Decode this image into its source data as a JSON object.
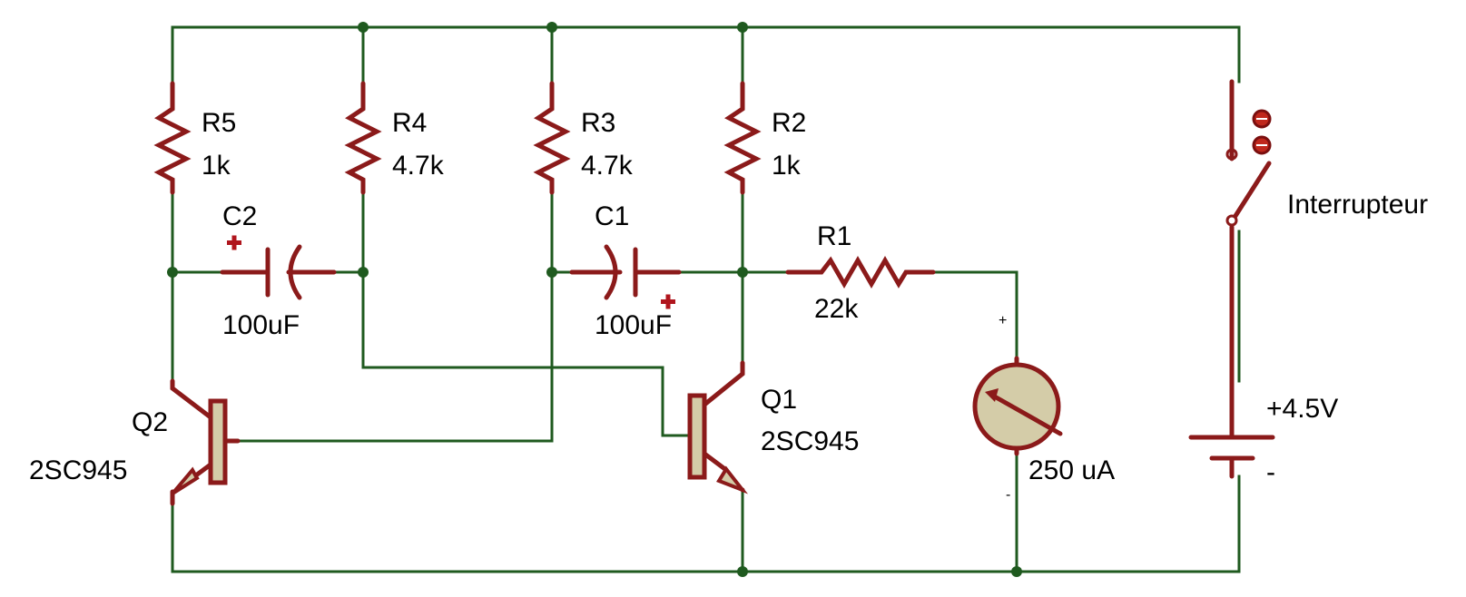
{
  "components": {
    "r5": {
      "ref": "R5",
      "value": "1k"
    },
    "r4": {
      "ref": "R4",
      "value": "4.7k"
    },
    "r3": {
      "ref": "R3",
      "value": "4.7k"
    },
    "r2": {
      "ref": "R2",
      "value": "1k"
    },
    "r1": {
      "ref": "R1",
      "value": "22k"
    },
    "c2": {
      "ref": "C2",
      "value": "100uF"
    },
    "c1": {
      "ref": "C1",
      "value": "100uF"
    },
    "q2": {
      "ref": "Q2",
      "value": "2SC945"
    },
    "q1": {
      "ref": "Q1",
      "value": "2SC945"
    },
    "meter": {
      "value": "250 uA",
      "plus": "+",
      "minus": "-"
    },
    "battery": {
      "value": "+4.5V",
      "minus": "-"
    },
    "switch": {
      "label": "Interrupteur"
    }
  },
  "colors": {
    "wire": "#1f5a1f",
    "component": "#8b1a1a",
    "meter_face": "#d4cca8",
    "polarity": "#b0151d"
  }
}
